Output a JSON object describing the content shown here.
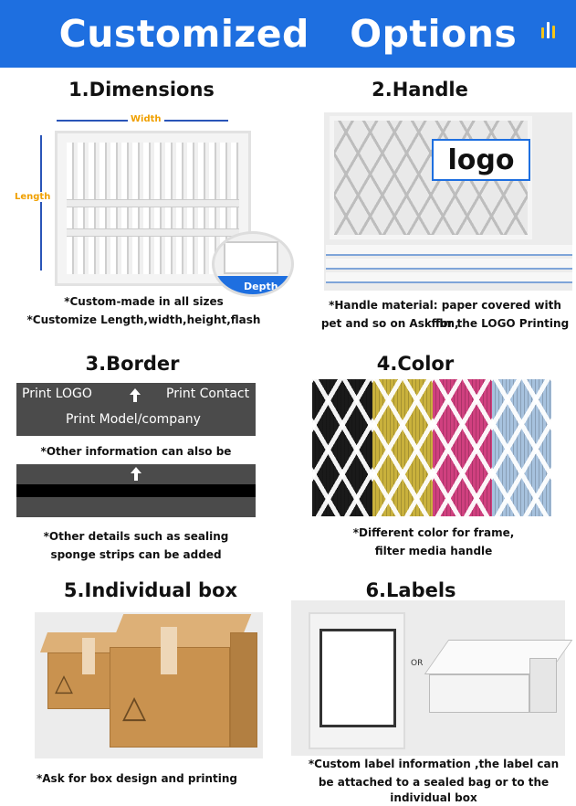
{
  "header": {
    "title": "Customized   Options"
  },
  "sections": {
    "dimensions": {
      "title": "1.Dimensions",
      "width_label": "Width",
      "length_label": "Length",
      "depth_label": "Depth",
      "caption_lines": [
        "*Custom-made in all sizes",
        "*Customize Length,width,height,flash"
      ]
    },
    "handle": {
      "title": "2.Handle",
      "logo_text": "logo",
      "caption_lines": [
        "*Handle material: paper covered with film,",
        "pet and so on Ask for the LOGO Printing"
      ]
    },
    "border": {
      "title": "3.Border",
      "print_logo": "Print LOGO",
      "print_contact": "Print Contact",
      "print_model": "Print Model/company",
      "middle_caption": "*Other information can also be printed",
      "caption_lines": [
        "*Other details such as sealing",
        "sponge  strips can be added"
      ]
    },
    "color": {
      "title": "4.Color",
      "swatches": [
        "#1a1a1a",
        "#c9b13c",
        "#d0407f",
        "#a7c2de"
      ],
      "caption_lines": [
        "*Different color for frame,",
        "filter media  handle"
      ]
    },
    "box": {
      "title": "5.Individual box",
      "caption_lines": [
        "*Ask  for  box design and printing"
      ]
    },
    "labels": {
      "title": "6.Labels",
      "or_text": "OR",
      "caption_lines": [
        "*Custom label information ,the label can",
        "be attached to a sealed bag or to the",
        "individual box"
      ]
    }
  },
  "colors": {
    "header_bg": "#1e6fe0",
    "accent_orange": "#f0a000"
  }
}
